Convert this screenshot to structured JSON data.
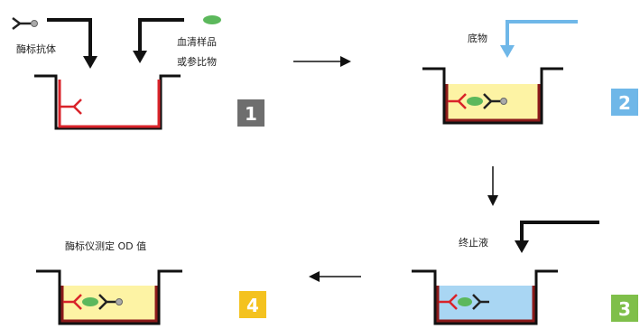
{
  "steps": [
    {
      "number": "1",
      "badge_color": "#6e6e6e",
      "labels": [
        "酶标抗体",
        "血清样品",
        "或参比物"
      ]
    },
    {
      "number": "2",
      "badge_color": "#6fb7e8",
      "labels": [
        "底物"
      ]
    },
    {
      "number": "3",
      "badge_color": "#7fbf4a",
      "labels": [
        "终止液"
      ]
    },
    {
      "number": "4",
      "badge_color": "#f4c21f",
      "labels": [
        "酶标仪测定 OD 值"
      ]
    }
  ],
  "colors": {
    "well_wall": "#8b1a1a",
    "antibody_red": "#d9232a",
    "substrate_fill": "#fdf3a4",
    "stop_fill": "#a9d6f3",
    "arrow_black": "#111111",
    "arrow_blue": "#6fb7e8",
    "sample_green": "#5cb85c"
  }
}
